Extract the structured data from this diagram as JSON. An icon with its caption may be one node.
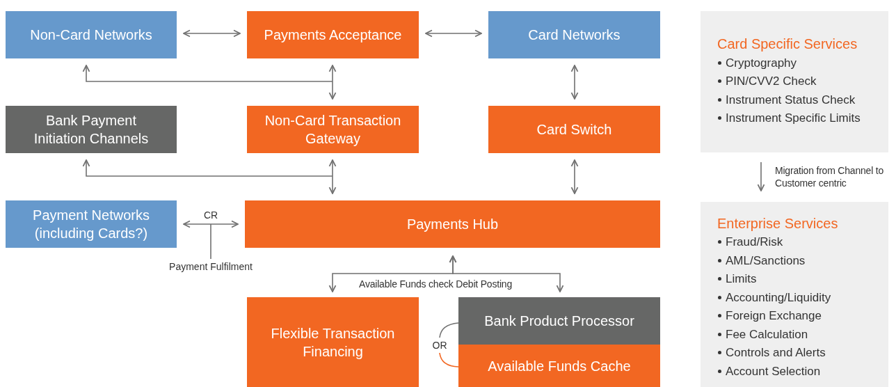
{
  "diagram": {
    "nodes": [
      {
        "text": [
          "Non-Card Networks"
        ]
      },
      {
        "text": [
          "Payments Acceptance"
        ]
      },
      {
        "text": [
          "Card Networks"
        ]
      },
      {
        "text": [
          "Bank Payment Initiation Channels"
        ]
      },
      {
        "text": [
          "Non-Card Transaction Gateway"
        ]
      },
      {
        "text": [
          "Card Switch"
        ]
      },
      {
        "text": [
          "Payment Networks (including Cards?)"
        ]
      },
      {
        "text": [
          "Payments Hub"
        ]
      },
      {
        "text": [
          "Flexible Transaction Financing"
        ]
      },
      {
        "text": [
          "Bank Product Processor"
        ]
      },
      {
        "text": [
          "Available Funds Cache"
        ]
      },
      {
        "text": [
          "Card Specific Services",
          "Cryptography",
          "PIN/CVV2 Check",
          "Instrument Status Check",
          "Instrument Specific Limits"
        ]
      },
      {
        "text": [
          "Enterprise Services",
          "Fraud/Risk",
          "AML/Sanctions",
          "Limits",
          "Accounting/Liquidity",
          "Foreign Exchange",
          "Fee Calculation",
          "Controls and Alerts",
          "Account Selection"
        ]
      },
      {
        "text": [
          "Payment Fulfilment"
        ]
      },
      {
        "text": [
          "OR"
        ]
      }
    ],
    "edges": [
      {
        "from": 0,
        "to": 1,
        "arrow": "both"
      },
      {
        "from": 1,
        "to": 2,
        "arrow": "both"
      },
      {
        "from": 4,
        "to": 0,
        "arrow": "to"
      },
      {
        "from": 1,
        "to": 4,
        "arrow": "both"
      },
      {
        "from": 7,
        "to": 3,
        "arrow": "to"
      },
      {
        "from": 4,
        "to": 7,
        "arrow": "both"
      },
      {
        "from": 2,
        "to": 5,
        "arrow": "both"
      },
      {
        "from": 5,
        "to": 7,
        "arrow": "both"
      },
      {
        "from": 6,
        "to": 7,
        "arrow": "both",
        "label": "CR"
      },
      {
        "from": 13,
        "to": null,
        "arrow": "none"
      },
      {
        "from": 7,
        "to": 8,
        "arrow": "both"
      },
      {
        "from": 7,
        "to": 9,
        "arrow": "both"
      },
      {
        "from": 14,
        "to": 9,
        "arrow": "none"
      },
      {
        "from": 14,
        "to": 10,
        "arrow": "none",
        "color": "#f26722"
      },
      {
        "from": 11,
        "to": 12,
        "arrow": "to"
      }
    ],
    "labels": [
      "Available Funds check Debit Posting",
      "Migration from Channel to Customer centric"
    ]
  }
}
